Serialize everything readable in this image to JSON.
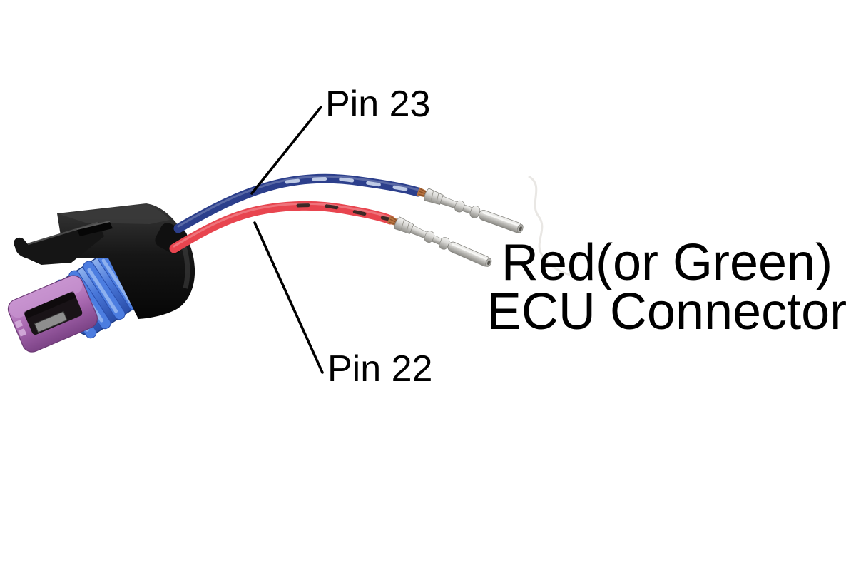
{
  "diagram": {
    "labels": {
      "pin23": "Pin 23",
      "pin22": "Pin 22",
      "ecu_line1": "Red(or Green)",
      "ecu_line2": "ECU Connector"
    },
    "parts": {
      "connector": "weatherproof-sensor-connector-pigtail",
      "seal": "blue-ribbed-cable-seal",
      "tip": "purple-connector-nose",
      "blue_wire": "blue-wire-with-light-stripe",
      "red_wire": "red-wire-with-black-stripe",
      "terminals": "two-crimped-metal-terminal-pins"
    },
    "colors": {
      "background": "#ffffff",
      "ink": "#000000",
      "wireBlue": "#2c3f8c",
      "wireBlueStripe": "#c6d2ea",
      "wireRed": "#e8454f",
      "wireRedStripe": "#2a2420",
      "housingDark": "#161616",
      "housingHighlight": "#3b3b3b",
      "sealBlue": "#4a78da",
      "sealRib": "#4c7de0",
      "sealRibHighlight": "#9dbdf2",
      "tipPurple": "#a868b0",
      "tipSlot": "#191317",
      "terminalSilver": "#d9d8d5",
      "copper": "#b5713f",
      "ghost": "#e7e4e1"
    }
  }
}
